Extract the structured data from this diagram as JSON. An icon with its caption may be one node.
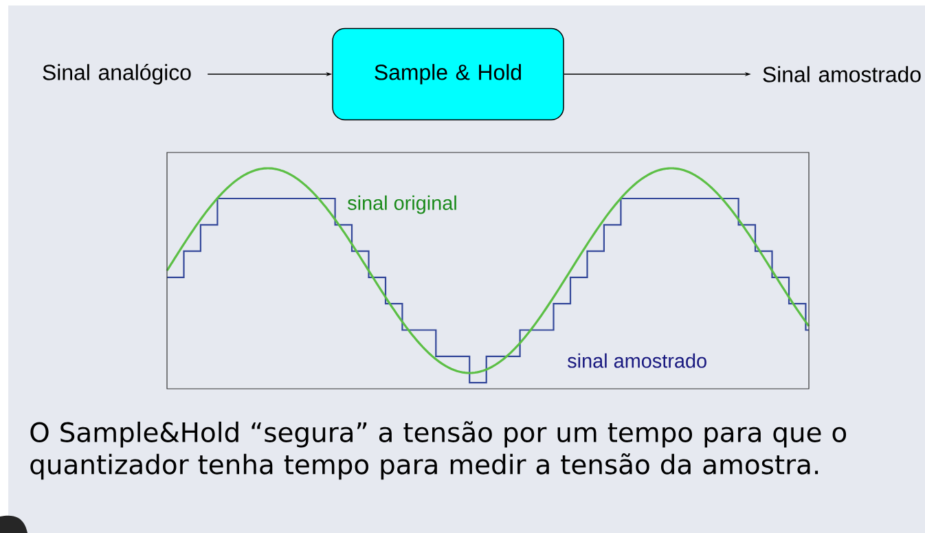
{
  "diagram": {
    "nodes": [
      {
        "text": [
          "Sinal analógico"
        ]
      },
      {
        "text": [
          "Sample & Hold"
        ]
      },
      {
        "text": [
          "Sinal amostrado"
        ]
      }
    ],
    "edges": [
      {
        "from": 0,
        "to": 1,
        "arrow": "to"
      },
      {
        "from": 1,
        "to": 2,
        "arrow": "to"
      }
    ],
    "labels": [
      "sinal original",
      "sinal amostrado",
      "O Sample&Hold “segura” a tensão por um tempo para que o quantizador tenha tempo para medir a tensão da amostra."
    ]
  }
}
